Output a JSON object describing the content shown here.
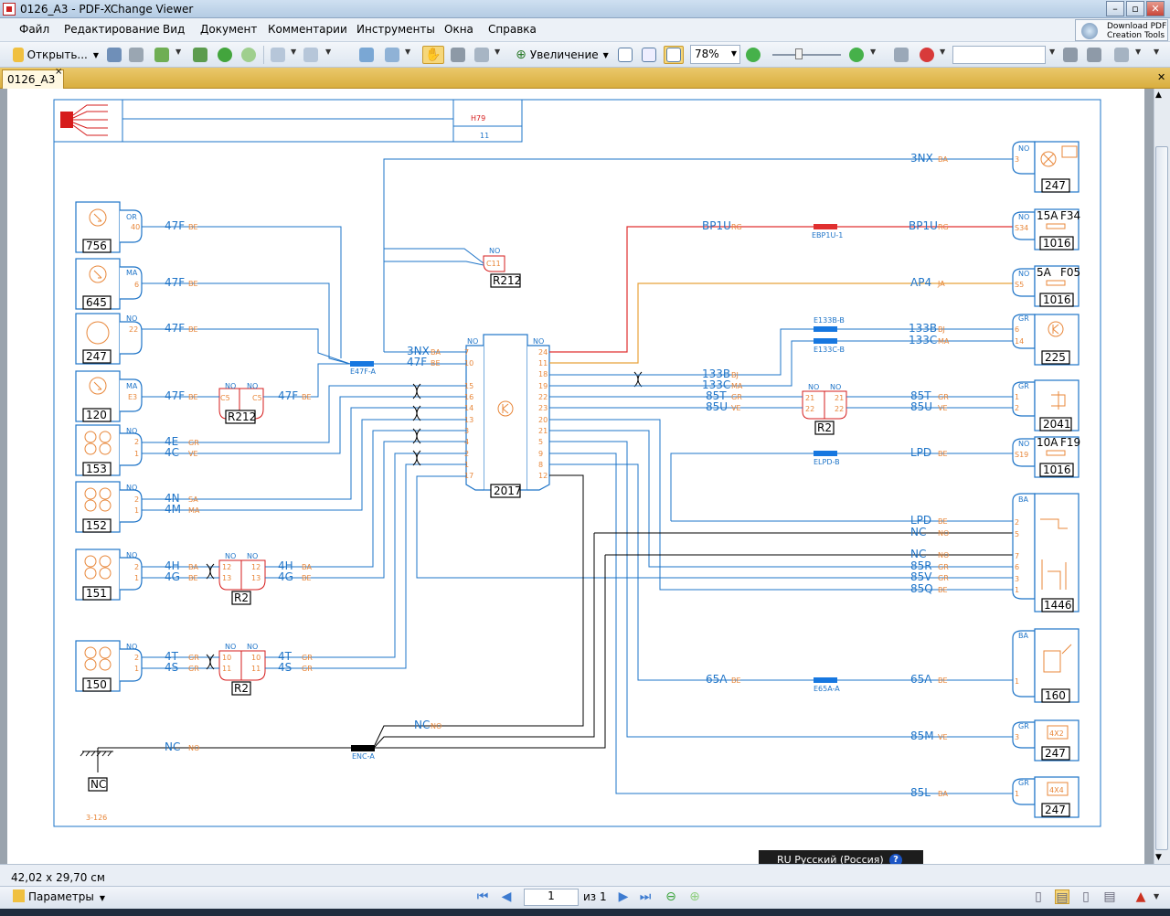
{
  "window": {
    "title": "0126_A3 - PDF-XChange Viewer"
  },
  "menu": [
    "Файл",
    "Редактирование",
    "Вид",
    "Документ",
    "Комментарии",
    "Инструменты",
    "Окна",
    "Справка"
  ],
  "download": {
    "line1": "Download PDF",
    "line2": "Creation Tools"
  },
  "toolbar": {
    "open_label": "Открыть...",
    "zoom_in_label": "Увеличение",
    "zoom_value": "78%"
  },
  "tab": {
    "label": "0126_A3",
    "close": "×"
  },
  "status": {
    "page_size": "42,02 x 29,70 см",
    "language": "RU Русский (Россия)",
    "help": "?"
  },
  "bottom": {
    "params_label": "Параметры",
    "page_current": "1",
    "page_total": "из 1"
  },
  "colors": {
    "wire_blue": "#1e74c8",
    "wire_red": "#e03030",
    "wire_orange": "#e8a23a",
    "wire_black": "#000000",
    "pin_orange": "#e8873a",
    "frame_blue": "#1e74c8",
    "connector_red": "#d61c1c",
    "connector_blue": "#1677e0",
    "title_red": "#d61c1c"
  },
  "diagram": {
    "title_code": "H79",
    "title_num": "11",
    "page_ref": "3-126",
    "components": {
      "c756": "756",
      "c645": "645",
      "c247": "247",
      "c120": "120",
      "c153": "153",
      "c152": "152",
      "c151": "151",
      "c150": "150",
      "ecu": "2017",
      "r212a": "R212",
      "r212b": "R212",
      "r2a": "R2",
      "r2b": "R2",
      "r2c": "R2",
      "r2d": "R2",
      "c247top": "247",
      "c1016a": "1016",
      "c1016b": "1016",
      "c225": "225",
      "c2041": "2041",
      "c1016c": "1016",
      "c1446": "1446",
      "c160": "160",
      "c247c": "247",
      "c247d": "247",
      "nc": "NC"
    },
    "fuses": {
      "f34_a": "15A",
      "f34_b": "F34",
      "f05_a": "5A",
      "f05_b": "F05",
      "f19_a": "10A",
      "f19_b": "F19"
    },
    "badges": {
      "b4x2": "4X2",
      "b4x4": "4X4"
    },
    "connectors": {
      "e47f": "E47F-A",
      "ebp1u": "EBP1U-1",
      "e133b": "E133B-B",
      "e133c": "E133C-B",
      "elpd": "ELPD-B",
      "e65a": "E65A-A",
      "enc": "ENC-A"
    },
    "wire_labels": {
      "w47f_1": "47F",
      "w47f_2": "47F",
      "w47f_3": "47F",
      "w47f_4": "47F",
      "w47f_5": "47F",
      "w47f_6": "47F",
      "be1": "BE",
      "be2": "BE",
      "be3": "BE",
      "be4": "BE",
      "be5": "BE",
      "be6": "BE",
      "w3nx": "3NX",
      "ba3nx": "BA",
      "w3nx_top": "3NX",
      "ba_top": "BA",
      "w4e": "4E",
      "gr4e": "GR",
      "w4c": "4C",
      "ve4c": "VE",
      "w4n": "4N",
      "sa4n": "SA",
      "w4m": "4M",
      "ma4m": "MA",
      "w4h_l": "4H",
      "ba4h_l": "BA",
      "w4g_l": "4G",
      "be4g_l": "BE",
      "w4h_r": "4H",
      "ba4h_r": "BA",
      "w4g_r": "4G",
      "be4g_r": "BE",
      "w4t_l": "4T",
      "gr4t_l": "GR",
      "w4s_l": "4S",
      "gr4s_l": "GR",
      "w4t_r": "4T",
      "gr4t_r": "GR",
      "w4s_r": "4S",
      "gr4s_r": "GR",
      "wnc_l": "NC",
      "no_l": "NO",
      "wnc_m": "NC",
      "no_m": "NO",
      "bp1u_l": "BP1U",
      "rg_l": "RG",
      "bp1u_r": "BP1U",
      "rg_r": "RG",
      "ap4": "AP4",
      "ja": "JA",
      "w133b_l": "133B",
      "bj_l": "BJ",
      "w133c_l": "133C",
      "ma133_l": "MA",
      "w133b_r": "133B",
      "bj_r": "BJ",
      "w133c_r": "133C",
      "ma133_r": "MA",
      "w85t_l": "85T",
      "gr85t_l": "GR",
      "w85u_l": "85U",
      "ve85u_l": "VE",
      "w85t_r": "85T",
      "gr85t_r": "GR",
      "w85u_r": "85U",
      "ve85u_r": "VE",
      "lpd_top": "LPD",
      "be_lpd_top": "BE",
      "lpd": "LPD",
      "be_lpd": "BE",
      "nc1": "NC",
      "no1": "NO",
      "nc2": "NC",
      "no2": "NO",
      "w85r": "85R",
      "gr85r": "GR",
      "w85v": "85V",
      "gr85v": "GR",
      "w85q": "85Q",
      "be85q": "BE",
      "w65a_l": "65A",
      "be65a_l": "BE",
      "w65a_r": "65A",
      "be65a_r": "BE",
      "w85m": "85M",
      "ve85m": "VE",
      "w85l": "85L",
      "ba85l": "BA"
    },
    "pins": {
      "or": "OR",
      "p40": "40",
      "ma1": "MA",
      "p6": "6",
      "no1": "NO",
      "p22": "22",
      "ma2": "MA",
      "e3": "E3",
      "ecu_l": [
        "7",
        "10",
        "15",
        "16",
        "14",
        "13",
        "3",
        "4",
        "2",
        "1",
        "17"
      ],
      "ecu_r": [
        "24",
        "11",
        "18",
        "19",
        "22",
        "23",
        "20",
        "21",
        "5",
        "9",
        "8",
        "12"
      ],
      "c5": "C5",
      "c5b": "C5",
      "r21": "21",
      "r22": "22",
      "r21b": "21",
      "r22b": "22",
      "r12": "12",
      "r13": "13",
      "r12b": "12",
      "r13b": "13",
      "r10": "10",
      "r11": "11",
      "r10b": "10",
      "r11b": "11",
      "p2": "2",
      "p1": "1",
      "c11": "C11",
      "s34": "S34",
      "s5": "S5",
      "s19": "S19",
      "p3": "3",
      "p6r": "6",
      "p14": "14",
      "ba1": "BA",
      "ba2": "BA",
      "p2r": "2",
      "p5r": "5",
      "p7r": "7",
      "p6b": "6",
      "p3r": "3",
      "p1r": "1",
      "p1c": "1",
      "p3c": "3",
      "p1d": "1",
      "gr1": "GR",
      "gr2": "GR",
      "gr3": "GR",
      "gr4": "GR",
      "no": "NO"
    }
  }
}
